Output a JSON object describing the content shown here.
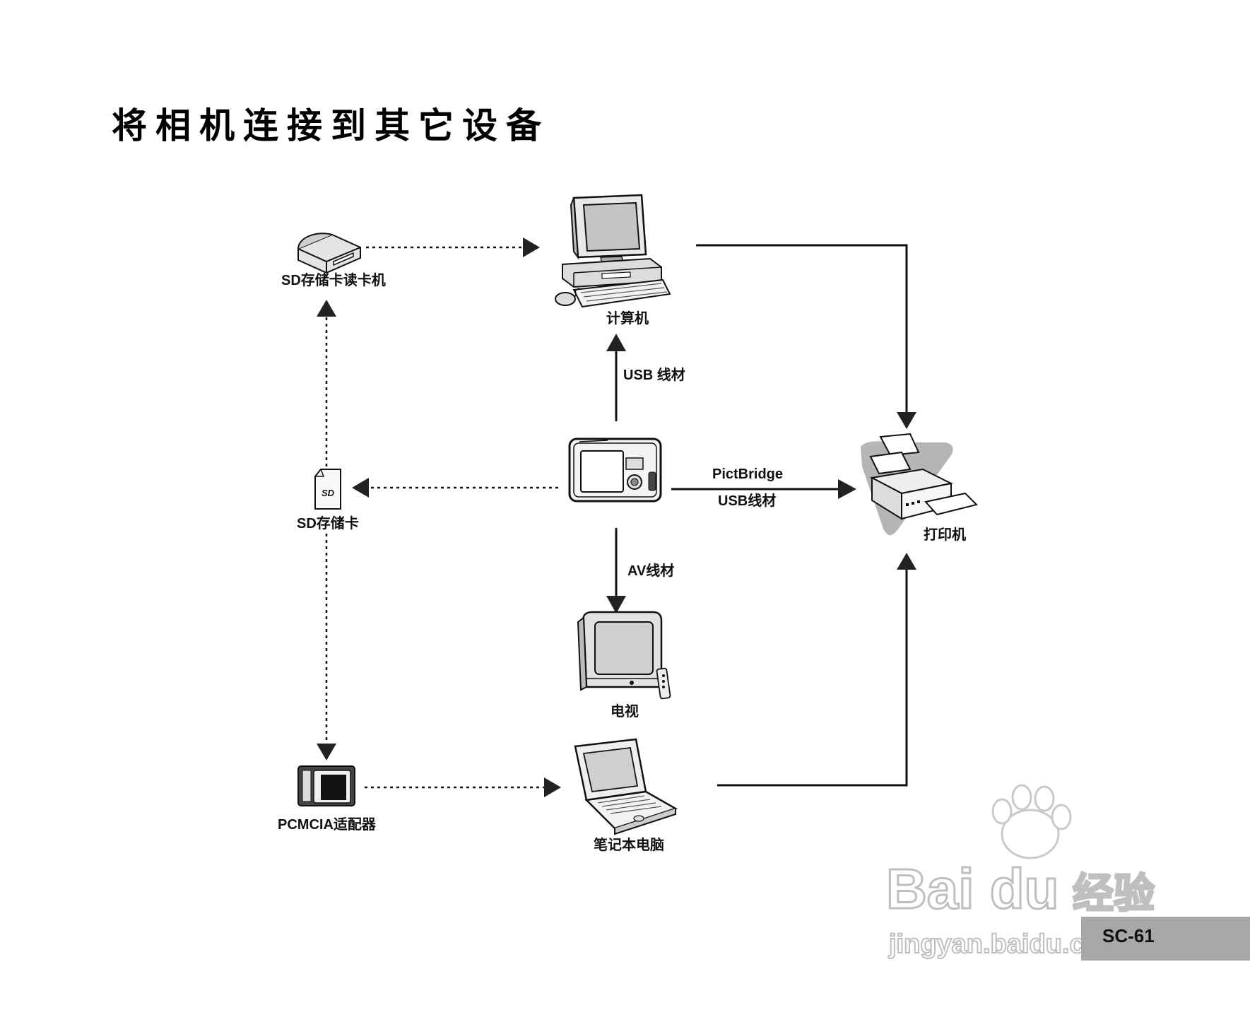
{
  "title": "将相机连接到其它设备",
  "nodes": {
    "card_reader": {
      "label": "SD存储卡读卡机",
      "icon": "card-reader-icon"
    },
    "computer": {
      "label": "计算机",
      "icon": "desktop-computer-icon"
    },
    "camera": {
      "icon": "digital-camera-icon"
    },
    "sd_card": {
      "label": "SD存储卡",
      "icon": "sd-card-icon"
    },
    "printer": {
      "label": "打印机",
      "icon": "printer-icon"
    },
    "tv": {
      "label": "电视",
      "icon": "television-icon"
    },
    "pcmcia": {
      "label": "PCMCIA适配器",
      "icon": "pcmcia-adapter-icon"
    },
    "laptop": {
      "label": "笔记本电脑",
      "icon": "laptop-icon"
    }
  },
  "connections": {
    "camera_to_computer": "USB 线材",
    "camera_to_printer_top": "PictBridge",
    "camera_to_printer_bottom": "USB线材",
    "camera_to_tv": "AV线材"
  },
  "watermark": {
    "logo": "Bai du",
    "cn": "经验",
    "url": "jingyan.baidu.com"
  },
  "page_number": "SC-61",
  "colors": {
    "line": "#111111",
    "page_box": "#a7a7a7"
  }
}
